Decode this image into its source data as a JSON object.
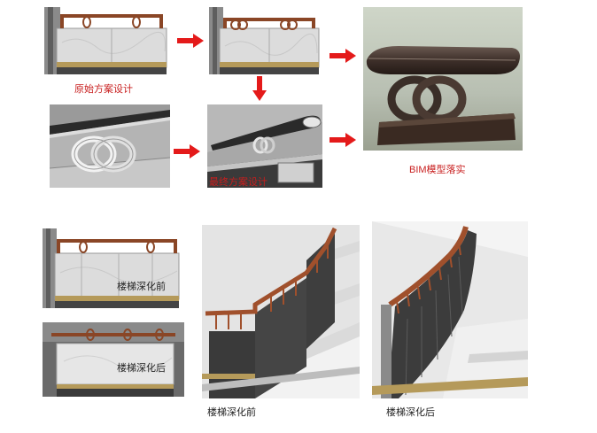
{
  "labels": {
    "original_design": "原始方案设计",
    "final_design": "最终方案设计",
    "bim_model": "BIM模型落实",
    "stair_before_inner": "楼梯深化前",
    "stair_after_inner": "楼梯深化后",
    "stair_before_caption": "楼梯深化前",
    "stair_after_caption": "楼梯深化后"
  },
  "colors": {
    "arrow_red": "#e41a1a",
    "label_red": "#c81e1e",
    "handrail_brown": "#a0502c",
    "marble": "#e6e6e6",
    "panel_dark": "#3a3a3a",
    "gold_strip": "#b59a5a"
  }
}
